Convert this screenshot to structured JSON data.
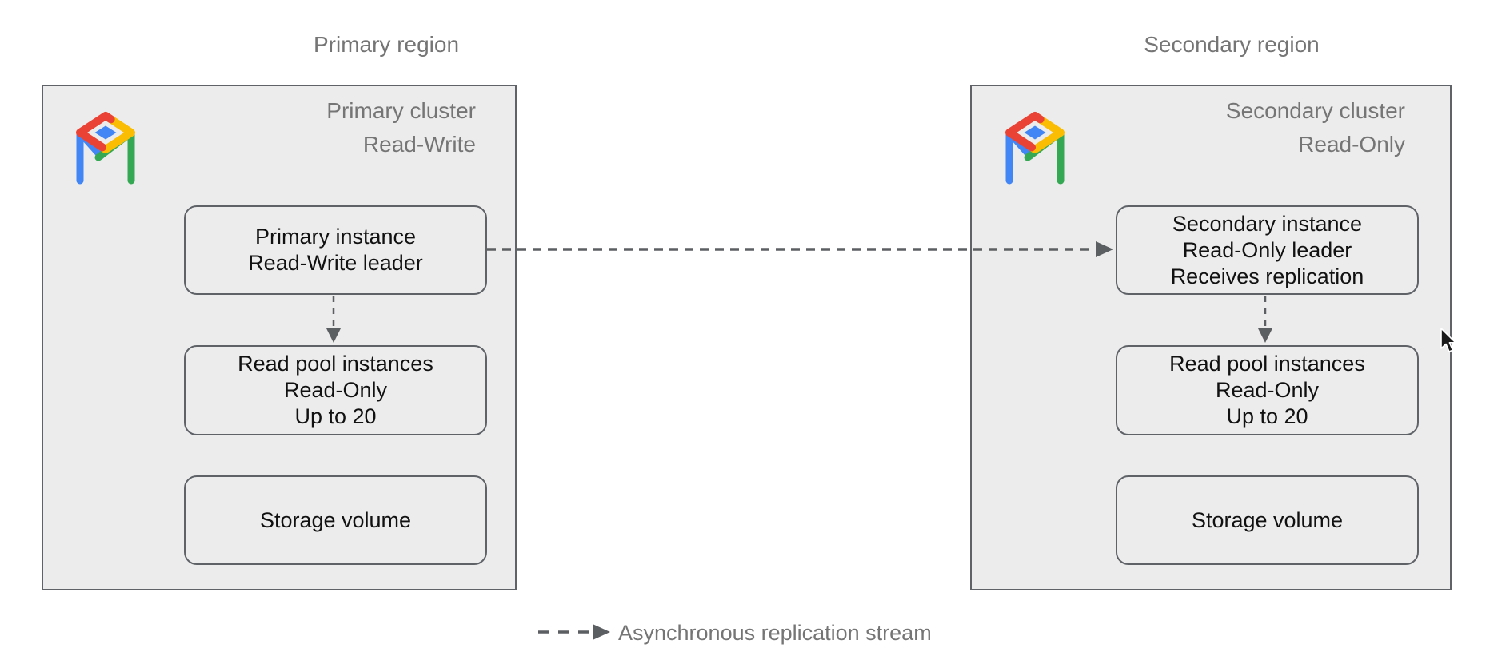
{
  "regions": {
    "primary": {
      "label": "Primary region",
      "cluster": {
        "title_line1": "Primary cluster",
        "title_line2": "Read-Write",
        "nodes": {
          "instance": {
            "line1": "Primary instance",
            "line2": "Read-Write leader"
          },
          "read_pool": {
            "line1": "Read pool instances",
            "line2": "Read-Only",
            "line3": "Up to 20"
          },
          "storage": {
            "line1": "Storage volume"
          }
        }
      }
    },
    "secondary": {
      "label": "Secondary region",
      "cluster": {
        "title_line1": "Secondary cluster",
        "title_line2": "Read-Only",
        "nodes": {
          "instance": {
            "line1": "Secondary instance",
            "line2": "Read-Only leader",
            "line3": "Receives replication"
          },
          "read_pool": {
            "line1": "Read pool instances",
            "line2": "Read-Only",
            "line3": "Up to 20"
          },
          "storage": {
            "line1": "Storage volume"
          }
        }
      }
    }
  },
  "legend": {
    "label": "Asynchronous replication stream"
  },
  "icons": {
    "cluster_logo": "alloydb-icon",
    "cursor": "mouse-pointer-icon",
    "arrow": "dashed-replication-arrow"
  },
  "colors": {
    "cluster_fill": "#ececec",
    "cluster_border": "#5f6368",
    "node_border": "#5f6368",
    "node_text": "#111111",
    "muted_text": "#757575",
    "arrow": "#5c5f62",
    "logo_red": "#EA4335",
    "logo_yellow": "#FBBC04",
    "logo_green": "#34A853",
    "logo_blue": "#4285F4"
  }
}
